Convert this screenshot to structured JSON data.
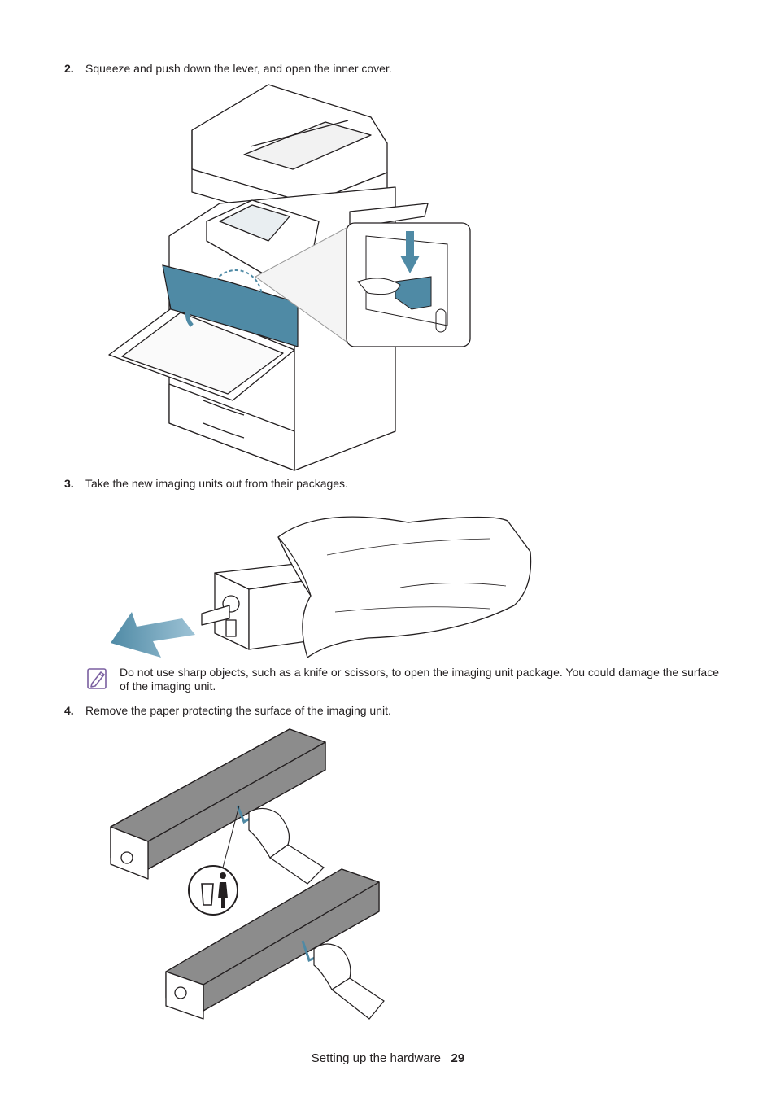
{
  "steps": [
    {
      "number": "2.",
      "text": "Squeeze and push down the lever, and open the inner cover."
    },
    {
      "number": "3.",
      "text": "Take the new imaging units out from their packages."
    },
    {
      "number": "4.",
      "text": "Remove the paper protecting the surface of the imaging unit."
    }
  ],
  "note": {
    "icon": "note-pencil-icon",
    "text": "Do not use sharp objects, such as a knife or scissors, to open the imaging unit package. You could damage the surface of the imaging unit."
  },
  "footer": {
    "section": "Setting up the hardware_",
    "page": "29"
  },
  "colors": {
    "accent_blue": "#4f8aa5",
    "highlight_blue": "#9ec3d6",
    "note_icon": "#7a5fa0",
    "cover_gray": "#8c8c8c"
  }
}
